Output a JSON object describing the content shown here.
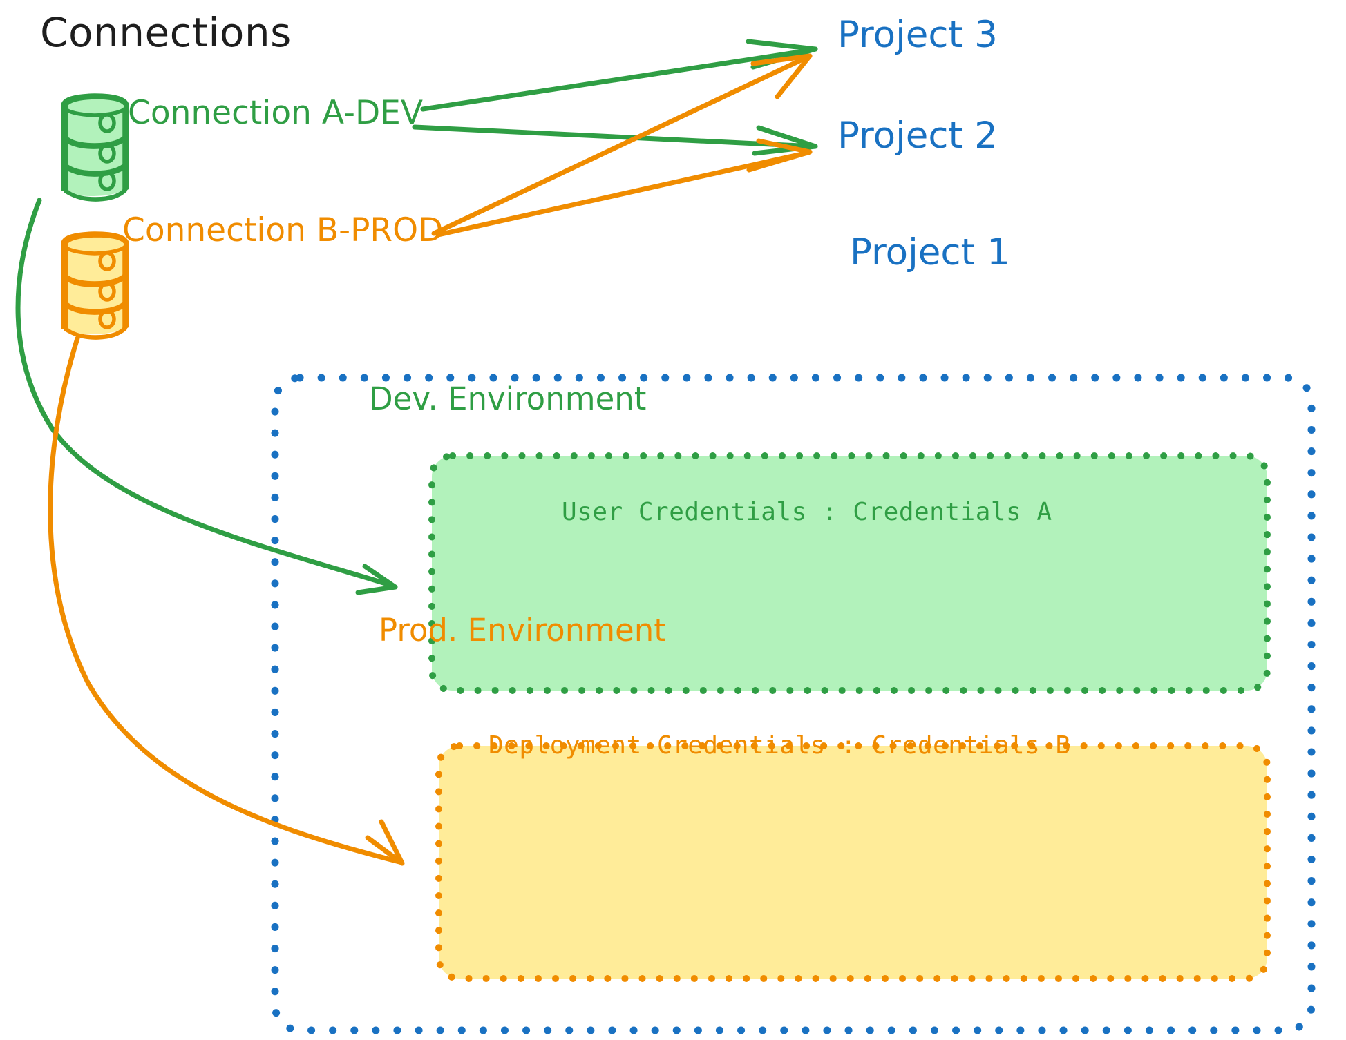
{
  "diagram": {
    "title": "Connections",
    "background": "#ffffff",
    "colors": {
      "green_stroke": "#2f9e44",
      "green_fill": "#b2f2bb",
      "orange_stroke": "#f08c00",
      "orange_fill": "#ffec99",
      "blue_stroke": "#1971c2",
      "text_dark": "#1e1e1e"
    }
  },
  "connections": {
    "heading": "Connections",
    "items": [
      {
        "label": "Connection A-DEV",
        "icon": "database-cylinder-icon",
        "color": "#2f9e44",
        "targets": [
          "Project 3",
          "Project 2",
          "Dev. Environment"
        ]
      },
      {
        "label": "Connection B-PROD",
        "icon": "database-cylinder-icon",
        "color": "#f08c00",
        "targets": [
          "Project 3",
          "Project 2",
          "Prod. Environment"
        ]
      }
    ]
  },
  "projects": [
    {
      "label": "Project 3",
      "color": "#1971c2"
    },
    {
      "label": "Project 2",
      "color": "#1971c2"
    },
    {
      "label": "Project 1",
      "color": "#1971c2"
    }
  ],
  "project_1": {
    "label": "Project 1",
    "border_style": "dotted",
    "border_color": "#1971c2",
    "environments": [
      {
        "name": "Dev. Environment",
        "color": "#2f9e44",
        "fill": "#b2f2bb",
        "credential_label": "User Credentials",
        "credential_separator": ":",
        "credential_value": "Credentials A",
        "credential_line": "User Credentials : Credentials A"
      },
      {
        "name": "Prod. Environment",
        "color": "#f08c00",
        "fill": "#ffec99",
        "credential_label": "Deployment Credentials",
        "credential_separator": ":",
        "credential_value": "Credentials B",
        "credential_line": "Deployment Credentials : Credentials B"
      }
    ]
  },
  "arrows": [
    {
      "name": "a-dev-to-project-3",
      "color": "#2f9e44"
    },
    {
      "name": "a-dev-to-project-2",
      "color": "#2f9e44"
    },
    {
      "name": "a-dev-to-dev-environment",
      "color": "#2f9e44"
    },
    {
      "name": "b-prod-to-project-3",
      "color": "#f08c00"
    },
    {
      "name": "b-prod-to-project-2",
      "color": "#f08c00"
    },
    {
      "name": "b-prod-to-prod-environment",
      "color": "#f08c00"
    }
  ]
}
